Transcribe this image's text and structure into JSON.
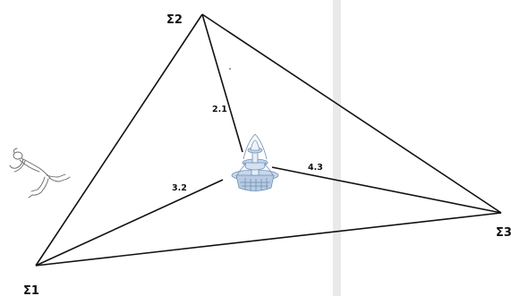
{
  "vertices": [
    {
      "id": "v1",
      "label": "Σ1"
    },
    {
      "id": "v2",
      "label": "Σ2"
    },
    {
      "id": "v3",
      "label": "Σ3"
    }
  ],
  "distances": [
    {
      "from": "v2",
      "value": "2.1"
    },
    {
      "from": "v1",
      "value": "3.2"
    },
    {
      "from": "v3",
      "value": "4.3"
    }
  ],
  "colors": {
    "lines": "#111111",
    "divider": "#e8e8e8",
    "fountain": "#6f8fb5"
  },
  "icons": {
    "center": "fountain-icon",
    "figure": "running-person-sketch"
  }
}
